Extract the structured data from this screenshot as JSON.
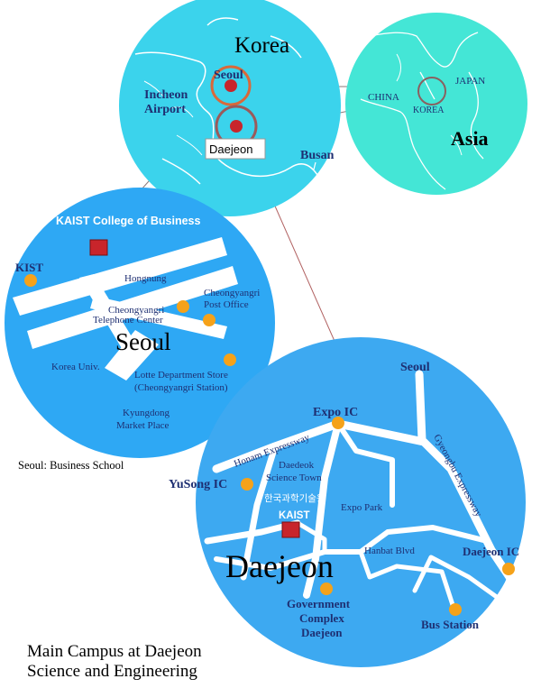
{
  "korea_circle": {
    "title": "Korea",
    "cities": {
      "seoul": "Seoul",
      "incheon_line1": "Incheon",
      "incheon_line2": "Airport",
      "daejeon": "Daejeon",
      "busan": "Busan"
    }
  },
  "asia_circle": {
    "title": "Asia",
    "china": "CHINA",
    "japan": "JAPAN",
    "korea": "KOREA"
  },
  "seoul_circle": {
    "title": "Seoul",
    "college": "KAIST College of Business",
    "kist": "KIST",
    "hongnung": "Hongnung",
    "cheongyangri_tel_1": "Cheongyangri",
    "cheongyangri_tel_2": "Telephone Center",
    "cheongyangri_post_1": "Cheongyangri",
    "cheongyangri_post_2": "Post Office",
    "korea_univ": "Korea Univ.",
    "lotte_1": "Lotte Department Store",
    "lotte_2": "(Cheongyangri Station)",
    "kyungdong_1": "Kyungdong",
    "kyungdong_2": "Market Place"
  },
  "seoul_caption": "Seoul: Business School",
  "daejeon_circle": {
    "title": "Daejeon",
    "seoul": "Seoul",
    "expo_ic": "Expo IC",
    "honam": "Honam Expressway",
    "gyeongbu": "Gyeongbu Expressway",
    "daedeok_1": "Daedeok",
    "daedeok_2": "Science Town",
    "yusong_ic": "YuSong IC",
    "kaist_kr": "한국과학기술원",
    "kaist": "KAIST",
    "expo_park": "Expo Park",
    "hanbat": "Hanbat Blvd",
    "daejeon_ic": "Daejeon IC",
    "gov_1": "Government",
    "gov_2": "Complex",
    "gov_3": "Daejeon",
    "bus_station": "Bus Station"
  },
  "main_caption_line1": "Main Campus at Daejeon",
  "main_caption_line2": "Science and Engineering",
  "colors": {
    "korea_fill": "#3bd3ec",
    "asia_fill": "#44e6d6",
    "seoul_fill": "#2ea8f4",
    "daejeon_fill": "#3da9f1",
    "marker": "#f5a21a",
    "campus": "#c8252b",
    "label_navy": "#1e2f72"
  }
}
